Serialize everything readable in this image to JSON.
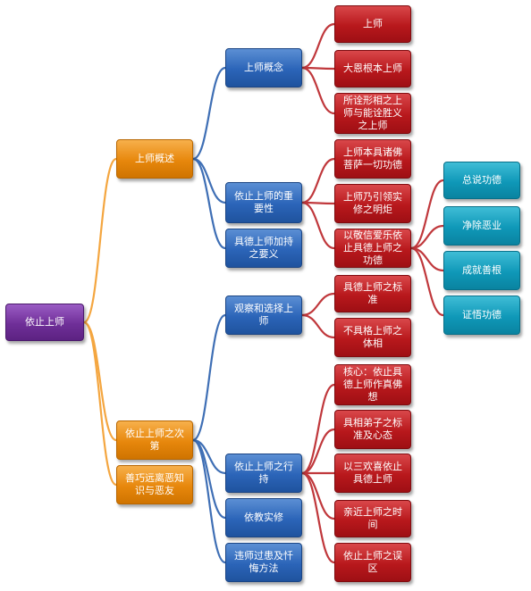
{
  "root": {
    "label": "依止上师"
  },
  "level1": [
    {
      "label": "上师概述"
    },
    {
      "label": "依止上师之次第"
    },
    {
      "label": "善巧远离恶知识与恶友"
    }
  ],
  "level2": [
    {
      "label": "上师概念"
    },
    {
      "label": "依止上师的重要性"
    },
    {
      "label": "具德上师加持之要义"
    },
    {
      "label": "观察和选择上师"
    },
    {
      "label": "依止上师之行持"
    },
    {
      "label": "依教实修"
    },
    {
      "label": "违师过患及忏悔方法"
    }
  ],
  "level3": [
    {
      "label": "上师"
    },
    {
      "label": "大恩根本上师"
    },
    {
      "label": "所诠形相之上师与能诠胜义之上师"
    },
    {
      "label": "上师本具诸佛菩萨一切功德"
    },
    {
      "label": "上师乃引领实修之明炬"
    },
    {
      "label": "以敬信爱乐依止具德上师之功德"
    },
    {
      "label": "具德上师之标准"
    },
    {
      "label": "不具格上师之体相"
    },
    {
      "label": "核心：依止具德上师作真佛想"
    },
    {
      "label": "具相弟子之标准及心态"
    },
    {
      "label": "以三欢喜依止具德上师"
    },
    {
      "label": "亲近上师之时间"
    },
    {
      "label": "依止上师之误区"
    }
  ],
  "level4": [
    {
      "label": "总说功德"
    },
    {
      "label": "净除恶业"
    },
    {
      "label": "成就善根"
    },
    {
      "label": "证悟功德"
    }
  ],
  "colors": {
    "root": "#6f2f98",
    "level1": "#e7870c",
    "level2": "#2b64b8",
    "level3": "#b8181c",
    "level4": "#0f98b8",
    "connector_root": "#f4a640",
    "connector_l1": "#3f6fb5",
    "connector_l2": "#c0383c"
  }
}
